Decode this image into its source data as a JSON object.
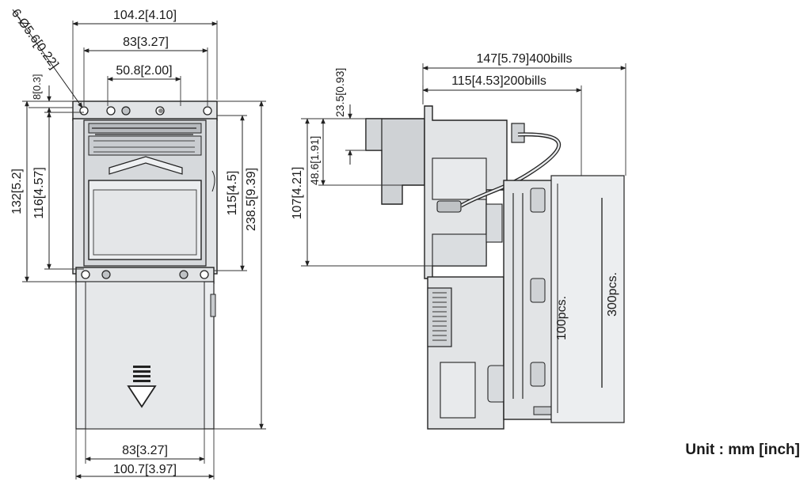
{
  "unit_label": "Unit : mm [inch]",
  "front_view": {
    "overall_width": "104.2[4.10]",
    "mount_hole_spacing": "83[3.27]",
    "inner_hole_spacing": "50.8[2.00]",
    "hole_callout": "6-Ø5.6[0.22]",
    "top_offset": "8[0.3]",
    "bezel_height_outer": "132[5.2]",
    "bezel_height_inner": "116[4.57]",
    "right_inner_height": "115[4.5]",
    "overall_height": "238.5[9.39]",
    "cashbox_width_inner": "83[3.27]",
    "cashbox_width_outer": "100.7[3.97]"
  },
  "side_view": {
    "depth_400_bills": "147[5.79]400bills",
    "depth_200_bills": "115[4.53]200bills",
    "entry_height": "23.5[0.93]",
    "entry_mid_height": "48.6[1.91]",
    "head_height": "107[4.21]",
    "cashbox_100_label": "100pcs.",
    "cashbox_300_label": "300pcs."
  }
}
